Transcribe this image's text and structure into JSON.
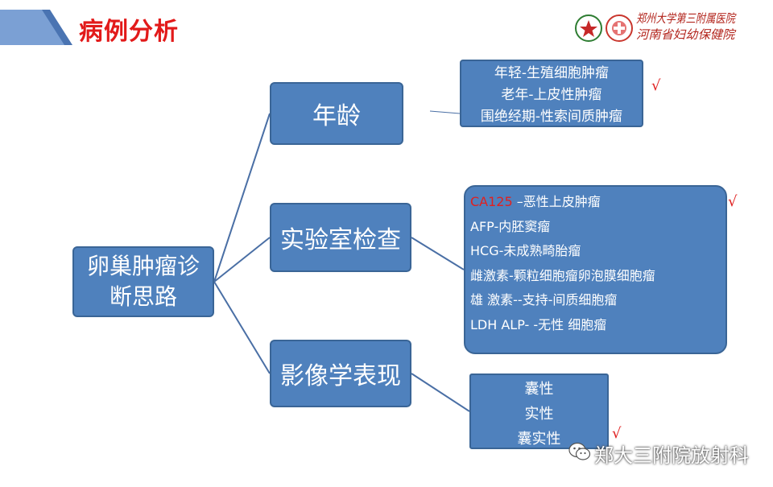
{
  "header": {
    "title": "病例分析",
    "logo_line1": "郑州大学第三附属医院",
    "logo_line2": "河南省妇幼保健院",
    "colors": {
      "banner": "#6e93c7",
      "title": "#e21a1a"
    }
  },
  "root": {
    "label_line1": "卵巢肿瘤诊",
    "label_line2": "断思路"
  },
  "branches": {
    "age": {
      "label": "年龄",
      "items": [
        "年轻-生殖细胞肿瘤",
        "老年-上皮性肿瘤",
        "围绝经期-性索间质肿瘤"
      ],
      "mark": "√"
    },
    "lab": {
      "label": "实验室检查",
      "first_item": {
        "marker": "CA125",
        "rest": " –恶性上皮肿瘤"
      },
      "items": [
        "AFP-内胚窦瘤",
        "HCG-未成熟畸胎瘤",
        "雌激素-颗粒细胞瘤卵泡膜细胞瘤",
        " 雄 激素--支持-间质细胞瘤",
        "LDH ALP- -无性 细胞瘤"
      ],
      "mark": "√"
    },
    "imaging": {
      "label": "影像学表现",
      "items": [
        "囊性",
        "实性",
        "囊实性"
      ],
      "mark": "√"
    }
  },
  "watermark": {
    "text": "郑大三附院放射科",
    "icon": "wechat-icon"
  },
  "colors": {
    "node_fill": "#4f81bd",
    "node_border": "#3a6596",
    "accent_red": "#e02020"
  }
}
